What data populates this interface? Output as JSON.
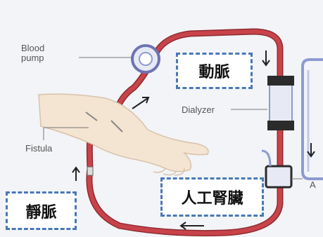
{
  "labels": {
    "blood_pump_line1": "Blood",
    "blood_pump_line2": "pump",
    "dialyzer": "Dialyzer",
    "fistula": "Fistula",
    "dialyzer_cut_letter": "A"
  },
  "annotations": {
    "artery": "動脈",
    "artificial_kidney": "人工腎臟",
    "vein": "靜脈"
  },
  "colors": {
    "background": "#f2f4f7",
    "tube": "#c9434a",
    "tube_edge": "#8e2b30",
    "dialyzer_body": "#e7eaf5",
    "dialyzer_band": "#2b2b2b",
    "dashed_border": "#4a78b5"
  }
}
